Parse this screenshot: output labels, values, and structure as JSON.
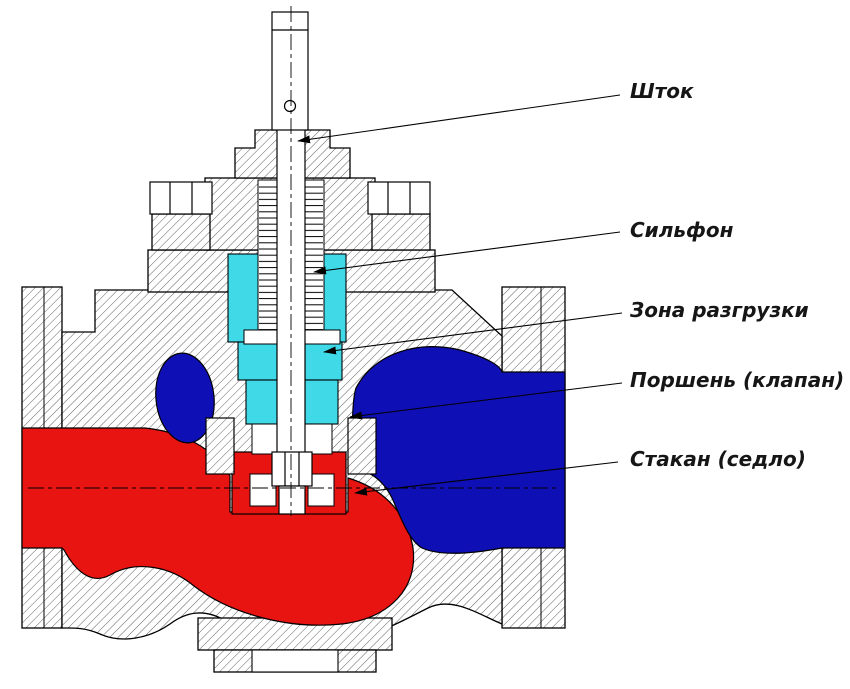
{
  "diagram": {
    "background": "#ffffff",
    "colors": {
      "flow_red": "#e81412",
      "flow_blue": "#0f0fb6",
      "bellows_cyan": "#3fd9e8",
      "outline": "#000000",
      "label": "#161616"
    },
    "labels": [
      {
        "id": "stem",
        "text": "Шток"
      },
      {
        "id": "bellows",
        "text": "Сильфон"
      },
      {
        "id": "unloading-zone",
        "text": "Зона разгрузки"
      },
      {
        "id": "piston-valve",
        "text": "Поршень (клапан)"
      },
      {
        "id": "cup-seat",
        "text": "Стакан (седло)"
      }
    ]
  }
}
